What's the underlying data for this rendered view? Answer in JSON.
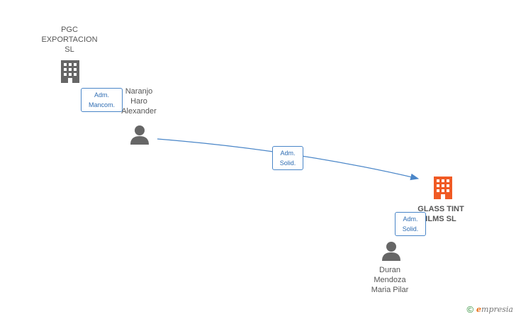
{
  "nodes": {
    "pgc": {
      "label": "PGC\nEXPORTACION\nSL",
      "icon": "building-icon",
      "color": "#666666"
    },
    "naranjo": {
      "label": "Naranjo\nHaro\nAlexander",
      "icon": "person-icon",
      "color": "#666666"
    },
    "glass": {
      "label": "GLASS TINT\nILMS SL",
      "icon": "building-icon",
      "color": "#f05a24"
    },
    "duran": {
      "label": "Duran\nMendoza\nMaria Pilar",
      "icon": "person-icon",
      "color": "#666666"
    }
  },
  "relations": {
    "mancom": {
      "label": "Adm.\nMancom."
    },
    "solid1": {
      "label": "Adm.\nSolid."
    },
    "solid2": {
      "label": "Adm.\nSolid."
    }
  },
  "colors": {
    "edge": "#4a86c8",
    "accent": "#f05a24"
  },
  "footer": {
    "copyright": "©",
    "brand_initial": "e",
    "brand_rest": "mpresia"
  }
}
